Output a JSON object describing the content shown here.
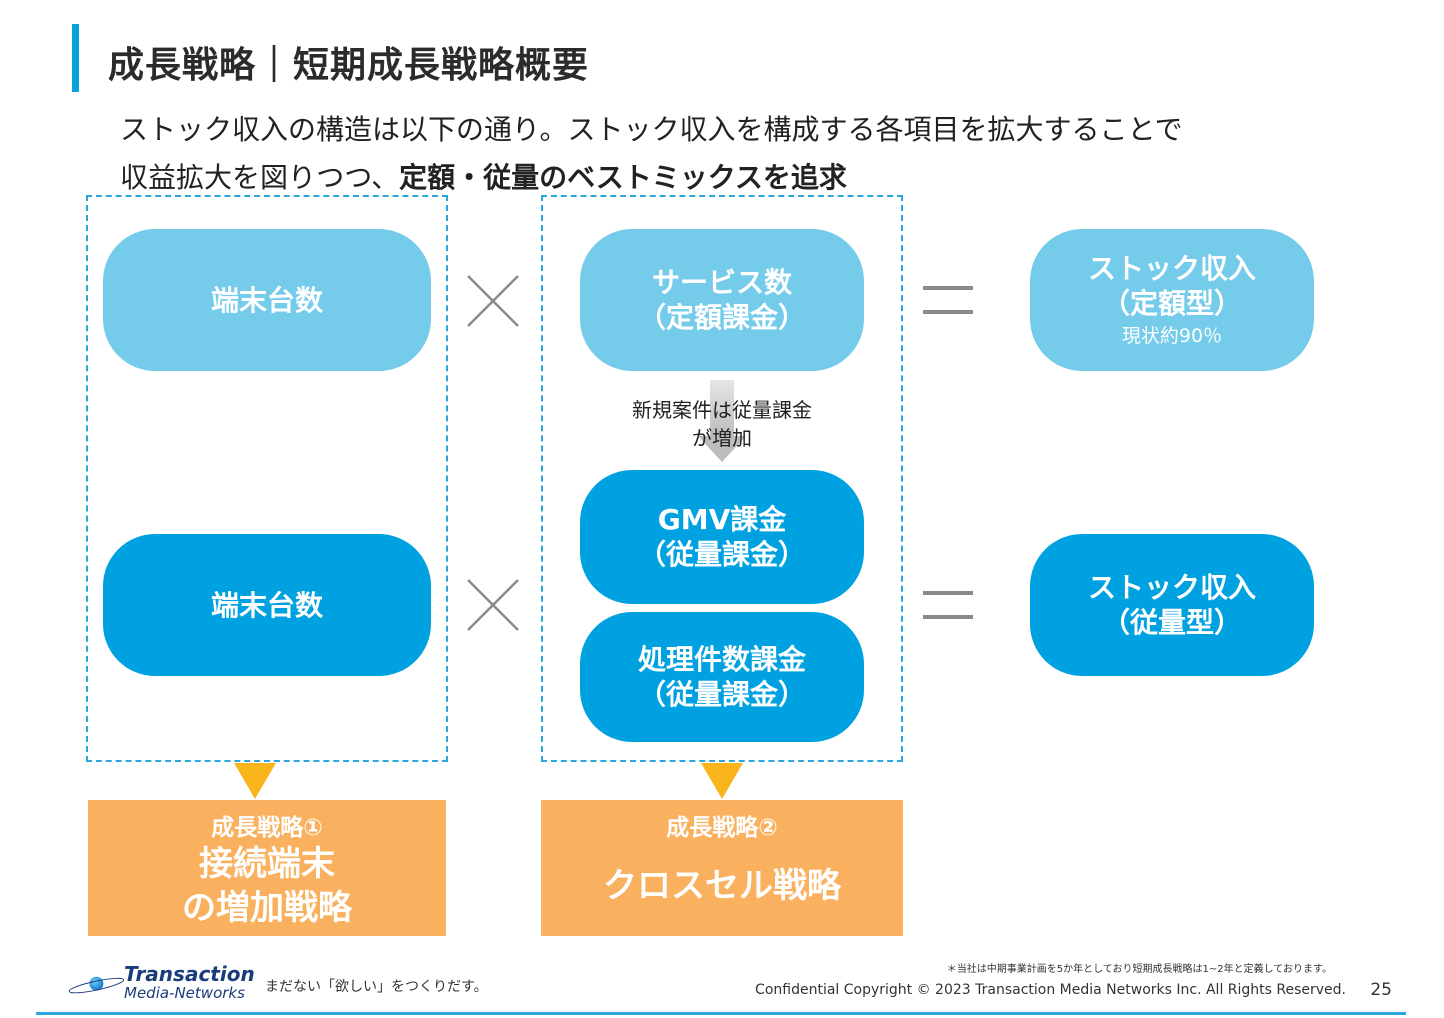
{
  "header": {
    "title": "成長戦略｜短期成長戦略概要",
    "lead_line1": "ストック収入の構造は以下の通り。ストック収入を構成する各項目を拡大することで",
    "lead_line2_plain": "収益拡大を図りつつ、",
    "lead_line2_bold": "定額・従量のベストミックスを追求"
  },
  "row1": {
    "left_label": "端末台数",
    "middle_line1": "サービス数",
    "middle_line2": "（定額課金）",
    "result_line1": "ストック収入",
    "result_line2": "（定額型）",
    "result_note": "現状約90％"
  },
  "note": {
    "line1": "新規案件は従量課金",
    "line2": "が増加"
  },
  "row2": {
    "left_label": "端末台数",
    "gmv_line1": "GMV課金",
    "gmv_line2": "（従量課金）",
    "proc_line1": "処理件数課金",
    "proc_line2": "（従量課金）",
    "result_line1": "ストック収入",
    "result_line2": "（従量型）"
  },
  "strategies": {
    "s1_cap": "成長戦略①",
    "s1_line1": "接続端末",
    "s1_line2": "の増加戦略",
    "s2_cap": "成長戦略②",
    "s2_line1": "クロスセル戦略"
  },
  "footer": {
    "footnote": "＊当社は中期事業計画を5か年としており短期成長戦略は1~2年と定義しております。",
    "logo_line1": "Transaction",
    "logo_line2": "Media-Networks",
    "tagline": "まだない「欲しい」をつくりだす。",
    "copyright": "Confidential  Copyright © 2023 Transaction Media Networks Inc. All Rights Reserved.",
    "page_number": "25"
  },
  "colors": {
    "accent": "#0aa0dc",
    "light_pill": "#74cbea",
    "dark_pill": "#00a1e0",
    "orange": "#f9b15f",
    "triangle": "#fbb51c"
  }
}
